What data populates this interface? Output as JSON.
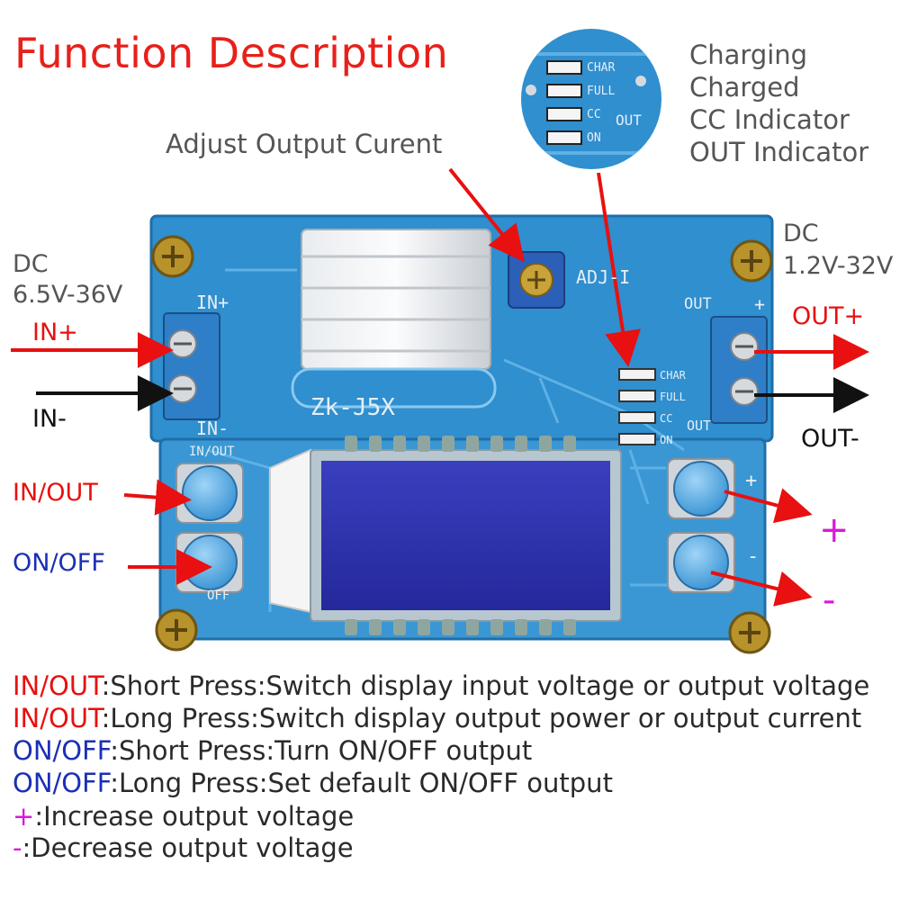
{
  "title": "Function Description",
  "callouts": {
    "adjust_current": "Adjust Output Curent",
    "indicators": [
      "Charging",
      "Charged",
      "CC Indicator",
      "OUT Indicator"
    ],
    "dc_in_label": "DC",
    "dc_in_range": "6.5V-36V",
    "dc_out_label": "DC",
    "dc_out_range": "1.2V-32V",
    "in_plus": "IN+",
    "in_minus": "IN-",
    "out_plus": "OUT+",
    "out_minus": "OUT-",
    "in_out": "IN/OUT",
    "on_off": "ON/OFF",
    "plus": "+",
    "minus": "-"
  },
  "board": {
    "model": "Zk-J5X",
    "adj_label": "ADJ-I",
    "in_plus_silk": "IN+",
    "in_minus_silk": "IN-",
    "out_silk": "OUT",
    "out_plus_silk": "+",
    "in_out_silk": "IN/OUT",
    "off_silk": "OFF",
    "led_labels": [
      "CHAR",
      "FULL",
      "CC",
      "ON"
    ],
    "led_out": "OUT",
    "btn_plus_silk": "+",
    "btn_minus_silk": "-"
  },
  "inset": {
    "led_labels": [
      "CHAR",
      "FULL",
      "CC",
      "ON"
    ],
    "led_out": "OUT"
  },
  "legend": [
    {
      "key": "IN/OUT",
      "key_color": "red",
      "text": ":Short Press:Switch display input voltage or output voltage"
    },
    {
      "key": "IN/OUT",
      "key_color": "red",
      "text": ":Long Press:Switch display output power or output current"
    },
    {
      "key": "ON/OFF",
      "key_color": "blue",
      "text": ":Short Press:Turn ON/OFF output"
    },
    {
      "key": "ON/OFF",
      "key_color": "blue",
      "text": ":Long Press:Set default ON/OFF output"
    },
    {
      "key": "+",
      "key_color": "magenta",
      "text": ":Increase output voltage"
    },
    {
      "key": "-",
      "key_color": "magenta",
      "text": ":Decrease output voltage"
    }
  ],
  "colors": {
    "title": "#e8201a",
    "pcb": "#2f8fcf",
    "pcb_dark": "#1f6ea8",
    "lcd": "#2a2fa8",
    "arrow_red": "#e81010",
    "arrow_black": "#111111",
    "button": "#5fb0e8"
  }
}
